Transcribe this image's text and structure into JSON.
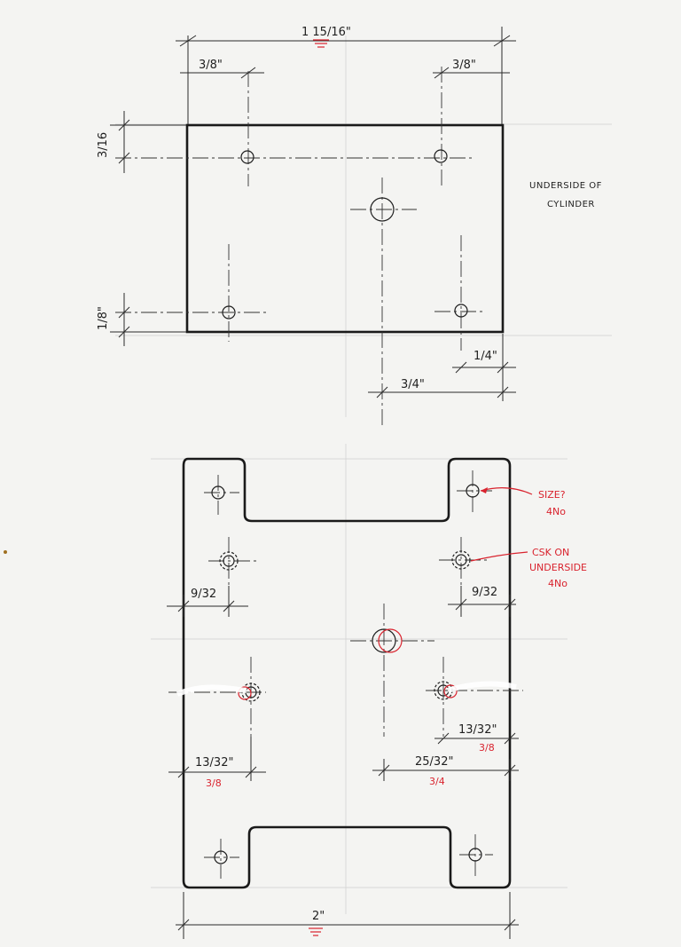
{
  "colors": {
    "ink": "#1e1e1e",
    "red": "#d9232e",
    "blue": "#2b3a8c",
    "paper": "#f4f4f2"
  },
  "top_view": {
    "overall_width": "1 15/16\"",
    "left_offset": "3/8\"",
    "right_offset": "3/8\"",
    "left_top": "3/16",
    "left_bottom": "1/8\"",
    "right_bottom_small": "1/4\"",
    "right_bottom_large": "3/4\"",
    "note_line1": "UNDERSIDE OF",
    "note_line2": "CYLINDER"
  },
  "bottom_view": {
    "left_inset": "9/32",
    "right_inset": "9/32",
    "left_lower": "13/32\"",
    "left_lower_red": "3/8",
    "right_lower_small": "13/32\"",
    "right_lower_small_red": "3/8",
    "right_lower_large": "25/32\"",
    "right_lower_large_red": "3/4",
    "overall_width": "2\"",
    "note_size_line1": "SIZE?",
    "note_size_line2": "4No",
    "note_csk_line1": "CSK ON",
    "note_csk_line2": "UNDERSIDE",
    "note_csk_line3": "4No"
  }
}
